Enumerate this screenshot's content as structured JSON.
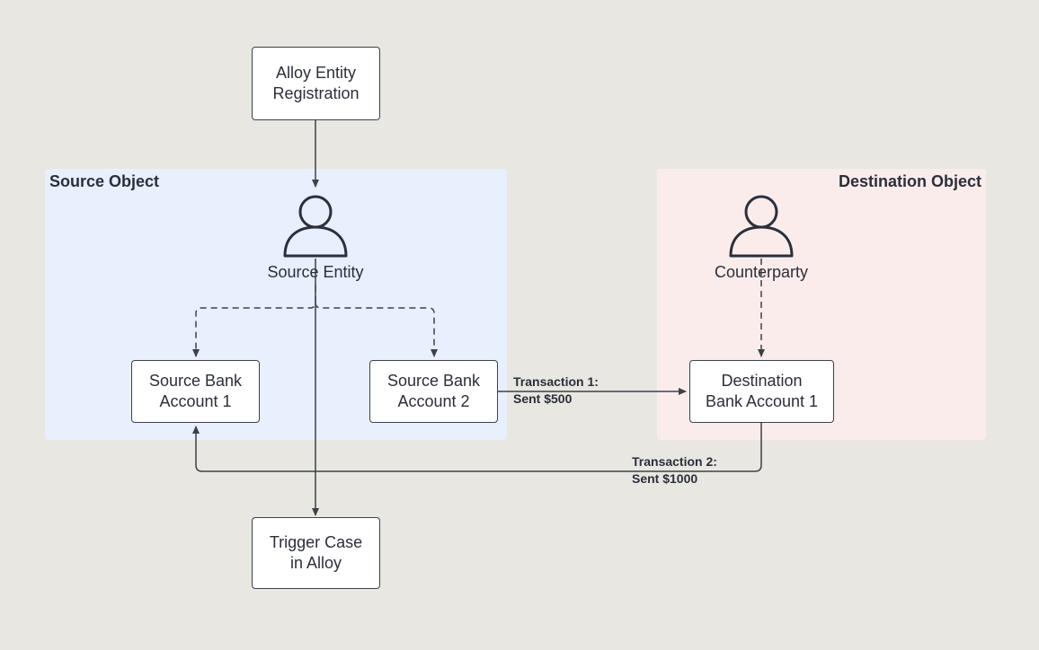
{
  "regions": {
    "source": {
      "title": "Source Object",
      "color": "#e8effd"
    },
    "destination": {
      "title": "Destination Object",
      "color": "#fbecec"
    }
  },
  "nodes": {
    "registration": "Alloy Entity\nRegistration",
    "trigger_case": "Trigger Case\nin Alloy",
    "source_bank_1": "Source Bank\nAccount 1",
    "source_bank_2": "Source Bank\nAccount 2",
    "destination_bank_1": "Destination\nBank Account 1"
  },
  "actors": {
    "source_entity": {
      "label": "Source Entity",
      "icon": "person-icon"
    },
    "counterparty": {
      "label": "Counterparty",
      "icon": "person-icon"
    }
  },
  "edges": {
    "transaction_1": "Transaction 1:\nSent $500",
    "transaction_2": "Transaction 2:\nSent $1000"
  },
  "colors": {
    "background": "#e8e7e2",
    "stroke": "#3c4148"
  }
}
